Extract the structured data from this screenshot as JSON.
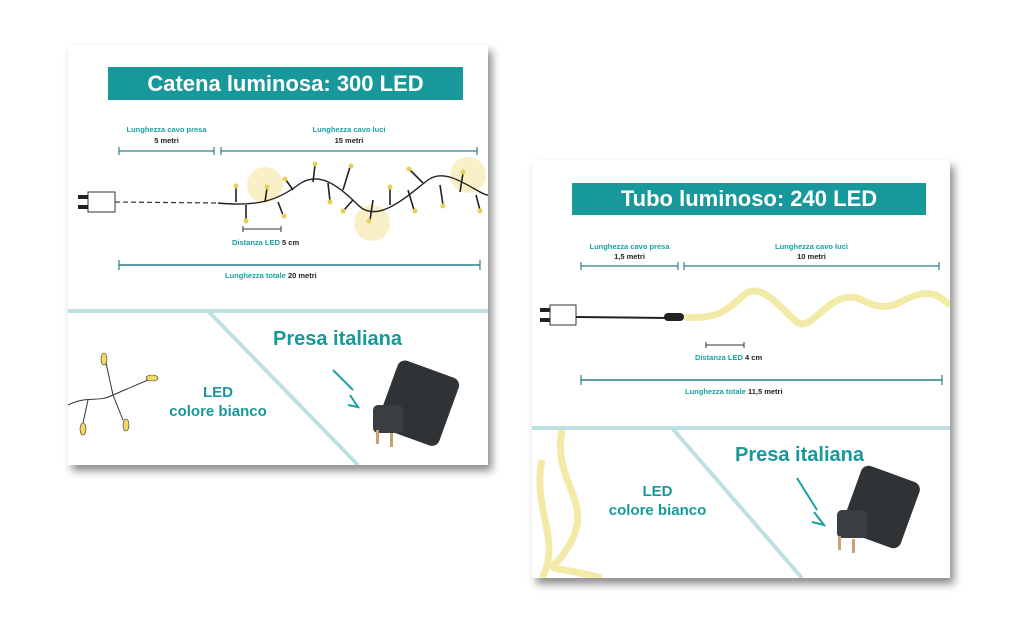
{
  "card1": {
    "title": "Catena luminosa: 300 LED",
    "plug_cable_label": "Lunghezza cavo presa",
    "plug_cable_value": "5 metri",
    "light_cable_label": "Lunghezza cavo luci",
    "light_cable_value": "15 metri",
    "led_distance_label": "Distanza LED",
    "led_distance_value": "5 cm",
    "total_label": "Lunghezza totale",
    "total_value": "20 metri",
    "plug_heading": "Presa italiana",
    "led_color_line1": "LED",
    "led_color_line2": "colore bianco"
  },
  "card2": {
    "title": "Tubo luminoso: 240 LED",
    "plug_cable_label": "Lunghezza cavo presa",
    "plug_cable_value": "1,5 metri",
    "light_cable_label": "Lunghezza cavo luci",
    "light_cable_value": "10 metri",
    "led_distance_label": "Distanza LED",
    "led_distance_value": "4 cm",
    "total_label": "Lunghezza totale",
    "total_value": "11,5 metri",
    "plug_heading": "Presa italiana",
    "led_color_line1": "LED",
    "led_color_line2": "colore bianco"
  },
  "colors": {
    "teal": "#17999b",
    "led": "#f3e08a",
    "divider": "#bfe0e3"
  }
}
